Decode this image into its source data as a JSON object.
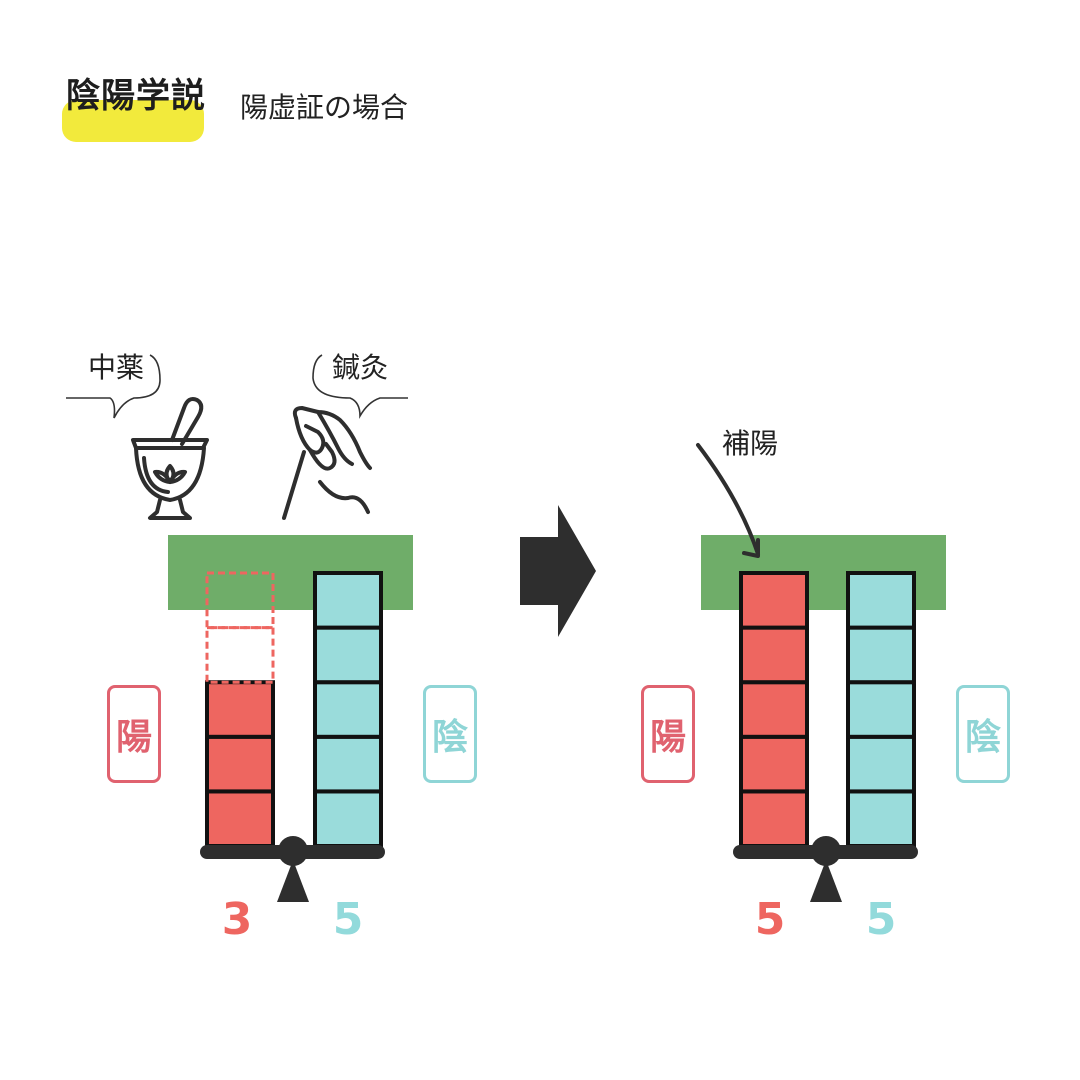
{
  "title": "陰陽学説",
  "subtitle": "陽虚証の場合",
  "labels": {
    "drug": "中薬",
    "acupuncture": "鍼灸",
    "tonify": "補陽"
  },
  "badges": {
    "yang": "陽",
    "yin": "陰"
  },
  "colors": {
    "yang": "#ee6660",
    "yin": "#9adcdb",
    "level_band": "#6fad69",
    "highlight": "#f2ea3c",
    "dark": "#2e2e2e"
  },
  "panels": [
    {
      "yang_blocks": 3,
      "missing_blocks": 2,
      "yin_blocks": 5,
      "yang_count": "3",
      "yin_count": "5"
    },
    {
      "yang_blocks": 5,
      "missing_blocks": 0,
      "yin_blocks": 5,
      "yang_count": "5",
      "yin_count": "5"
    }
  ],
  "icons": [
    "mortar-pestle-icon",
    "acupuncture-hand-icon",
    "arrow-right-icon",
    "curved-arrow-icon"
  ]
}
